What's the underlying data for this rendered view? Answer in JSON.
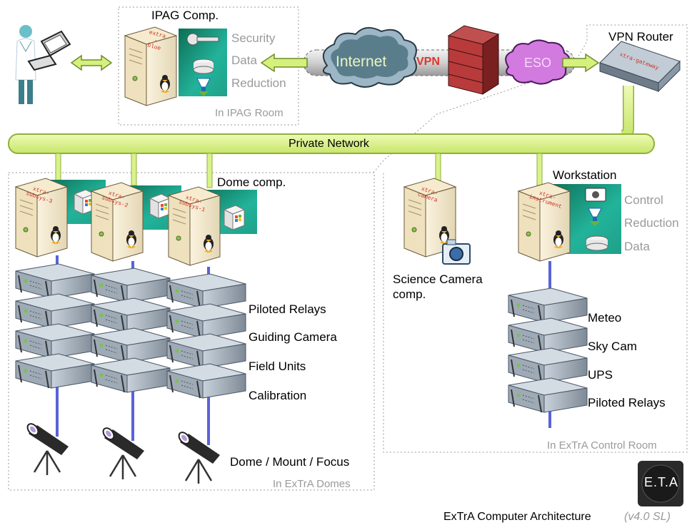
{
  "ipag": {
    "title": "IPAG Comp.",
    "server": "extra\n-\nblue",
    "roles": [
      "Security",
      "Data",
      "Reduction"
    ],
    "room": "In IPAG Room"
  },
  "internet": {
    "cloud": "Internet",
    "vpn": "VPN",
    "eso": "ESO"
  },
  "vpn_router": {
    "title": "VPN Router",
    "device": "xtra-gateway"
  },
  "private_network": "Private Network",
  "dome": {
    "title": "Dome comp.",
    "servers": [
      "xtra-\nsubsys-3",
      "xtra-\nsubsys-2",
      "xtra-\nsubsys-1"
    ],
    "devices": [
      "Piloted Relays",
      "Guiding Camera",
      "Field Units",
      "Calibration"
    ],
    "telescope": "Dome / Mount / Focus",
    "room": "In ExTrA Domes"
  },
  "science_camera": {
    "server": "xtra-\ncamera",
    "label_line1": "Science Camera",
    "label_line2": "comp."
  },
  "workstation": {
    "title": "Workstation",
    "server": "xtra-\ninstrument",
    "roles": [
      "Control",
      "Reduction",
      "Data"
    ],
    "devices": [
      "Meteo",
      "Sky Cam",
      "UPS",
      "Piloted Relays"
    ]
  },
  "control_room": "In ExTrA Control Room",
  "logo": "E.T.A",
  "caption": {
    "main": "ExTrA Computer Architecture",
    "version": "(v4.0 SL)"
  },
  "colors": {
    "bus": "#d9f28a",
    "bus_stroke": "#8fb03c",
    "link": "#5a63d8",
    "accent": "#2e9a8a",
    "red_text": "#e0342a"
  }
}
